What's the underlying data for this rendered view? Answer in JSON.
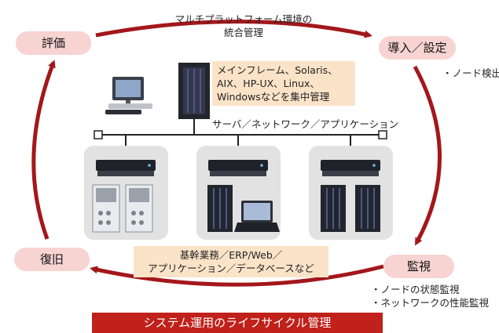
{
  "stages": {
    "evaluate": "評価",
    "setup": "導入／設定",
    "monitor": "監視",
    "restore": "復旧"
  },
  "top_caption": [
    "マルチプラットフォーム環境の",
    "統合管理"
  ],
  "node_detect": "・ノード検出",
  "mgmt_note": [
    "メインフレーム、Solaris、",
    "AIX、HP-UX、Linux、",
    "Windowsなどを集中管理"
  ],
  "network_label": "サーバ／ネットワーク／アプリケーション",
  "business_note": [
    "基幹業務／ERP/Web／",
    "アプリケーション／データベースなど"
  ],
  "monitor_items": [
    "・ノードの状態監視",
    "・ネットワークの性能監視"
  ],
  "banner": "システム運用のライフサイクル管理",
  "colors": {
    "cycle": "#a3171b",
    "pill": "#f7d3d2",
    "note": "#fbe3c8",
    "banner": "#c0211a",
    "panel": "#e2e2e2"
  }
}
